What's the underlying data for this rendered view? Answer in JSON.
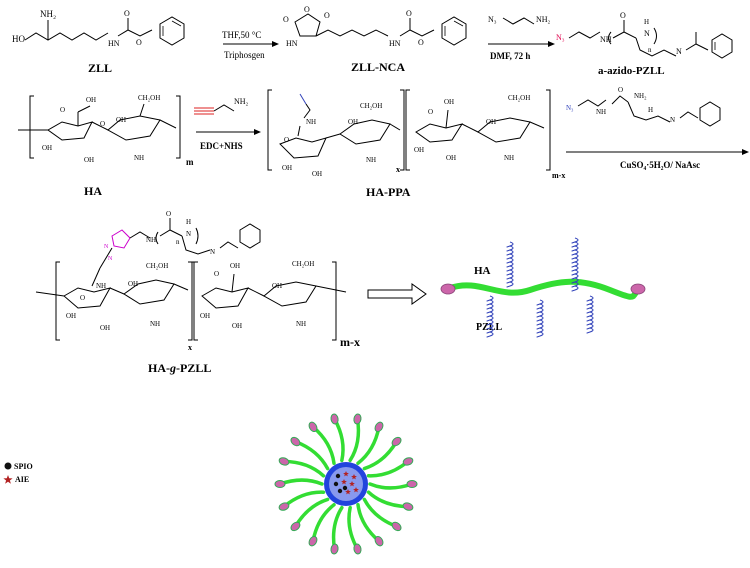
{
  "compounds": {
    "zll": "ZLL",
    "zll_nca": "ZLL-NCA",
    "azido_pzll": "a-azido-PZLL",
    "ha": "HA",
    "ha_ppa": "HA-PPA",
    "ha_g_pzll_parts": [
      "HA-",
      "g",
      "-PZLL"
    ]
  },
  "conditions": {
    "step1_temp": "THF,50 °C",
    "step1_reagent": "Triphosgen",
    "step2": "DMF, 72 h",
    "step3": "EDC+NHS",
    "step4": "CuSO₄·5H₂O/ NaAsc"
  },
  "atoms": {
    "nh2": "NH₂",
    "ho": "HO",
    "oh": "OH",
    "ch2oh": "CH₂OH",
    "o": "O",
    "nh": "NH",
    "n": "N",
    "h": "H",
    "n3": "N₃",
    "hn": "HN",
    "nh_amide": "NH",
    "subscript_n": "n"
  },
  "repeat_units": {
    "m": "m",
    "x": "x",
    "m_minus_x": "m-x"
  },
  "schematic_labels": {
    "ha": "HA",
    "pzll": "PZLL"
  },
  "legend": [
    {
      "label": "SPIO",
      "color": "#111111"
    },
    {
      "label": "AIE",
      "color": "#b22222"
    }
  ],
  "colors": {
    "azide": "#e0004d",
    "triazole": "#cc00cc",
    "backbone": "#33dd33",
    "helix": "#3344bb",
    "core": "#2244dd",
    "endgroup": "#cc66aa"
  }
}
